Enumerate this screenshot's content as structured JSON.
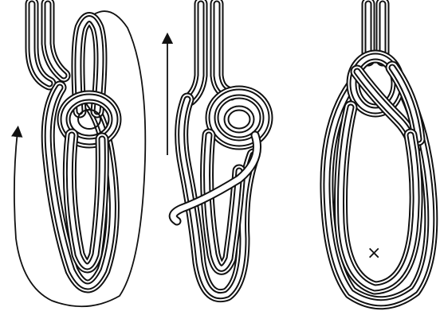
{
  "figure": {
    "panels": [
      {
        "id": "step-1",
        "marker": ""
      },
      {
        "id": "step-2",
        "marker": ""
      },
      {
        "id": "step-3",
        "marker": "×"
      }
    ]
  },
  "colors": {
    "ink": "#111111",
    "paper": "#ffffff"
  }
}
